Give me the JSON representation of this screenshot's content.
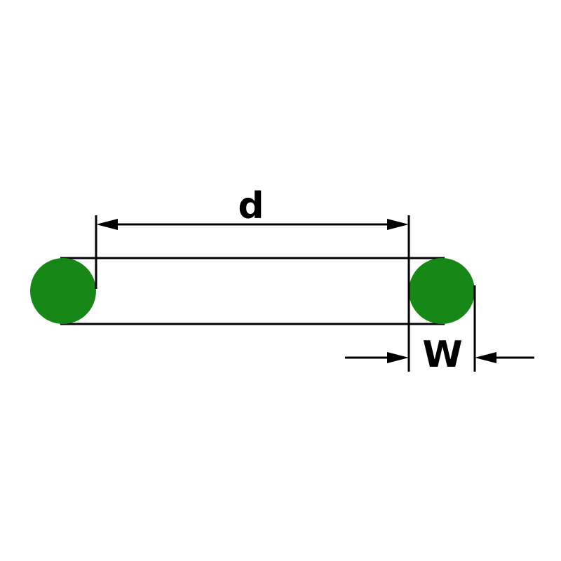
{
  "diagram": {
    "type": "o-ring-dimension-drawing",
    "labels": {
      "inner_diameter": "d",
      "cross_section": "W"
    },
    "colors": {
      "ring_fill": "#178717",
      "line": "#000000",
      "background": "#ffffff"
    }
  }
}
